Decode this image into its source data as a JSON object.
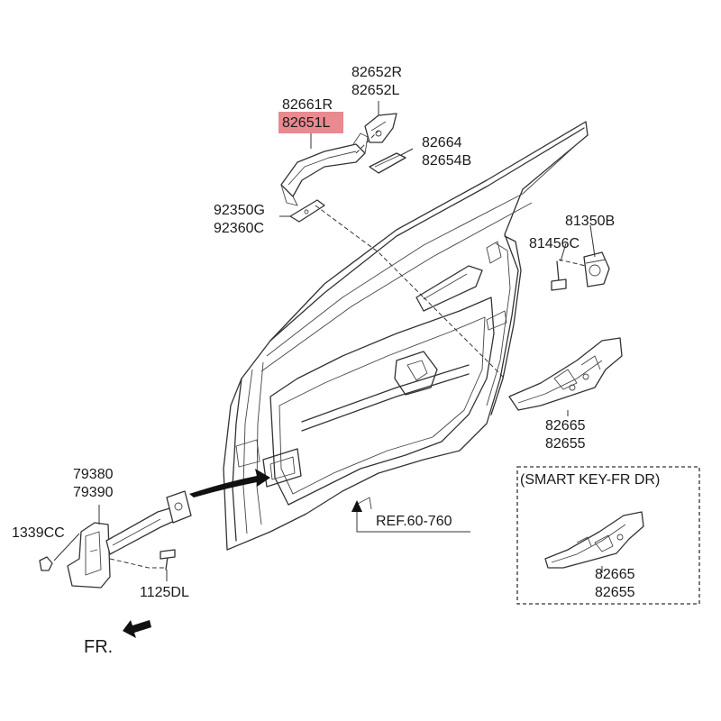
{
  "highlight_color": "#e88a8f",
  "labels": {
    "p82652r": "82652R",
    "p82652l": "82652L",
    "p82661r": "82661R",
    "p82651l": "82651L",
    "p82664": "82664",
    "p82654b": "82654B",
    "p92350g": "92350G",
    "p92360c": "92360C",
    "p81350b": "81350B",
    "p81456c": "81456C",
    "p82665": "82665",
    "p82655": "82655",
    "p79380": "79380",
    "p79390": "79390",
    "p1339cc": "1339CC",
    "p1125dl": "1125DL",
    "ref": "REF.60-760",
    "smart_key": "(SMART KEY-FR DR)",
    "smart_82665": "82665",
    "smart_82655": "82655",
    "direction": "FR."
  },
  "icons": {
    "direction_arrow": "arrow-down-left-icon",
    "ref_arrow": "arrow-up-left-icon"
  }
}
